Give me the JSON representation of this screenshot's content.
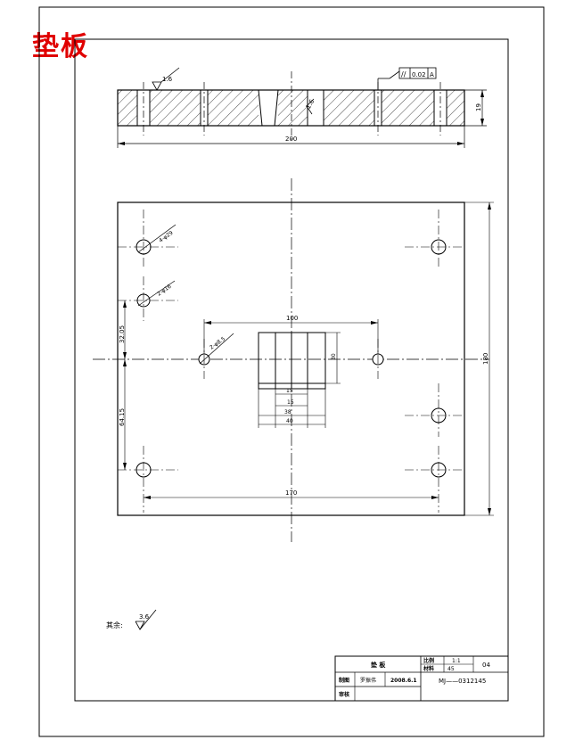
{
  "title": "垫板",
  "top_view": {
    "roughness_left": "1.6",
    "roughness_mid": "1.6",
    "tolerance_symbol": "//",
    "tolerance_value": "0.02",
    "tolerance_datum": "A",
    "width_dim": "200",
    "thickness_dim": "19"
  },
  "plan_view": {
    "hole_callout_1": "4-φ29",
    "hole_callout_2": "2-φ16",
    "hole_callout_3": "2-φ8.5",
    "dim_100": "100",
    "dim_32_05": "32.05",
    "dim_64_15": "64.15",
    "dim_170": "170",
    "dim_180": "180",
    "slot_dim_30": "30",
    "slot_dim_15": "15",
    "slot_dim_15b": "15",
    "slot_dim_38": "38",
    "slot_dim_40": "40"
  },
  "notes": {
    "other_label": "其余:",
    "other_roughness": "3.6"
  },
  "title_block": {
    "part_name": "垫    板",
    "ratio_label": "比例",
    "ratio_value": "1:1",
    "material_label": "材料",
    "material_value": "45",
    "sheet_no": "04",
    "drawn_label": "制图",
    "drawn_by": "罗振伟",
    "date": "2008.6.1",
    "drawing_no": "MJ——0312145",
    "checked_label": "审核"
  }
}
